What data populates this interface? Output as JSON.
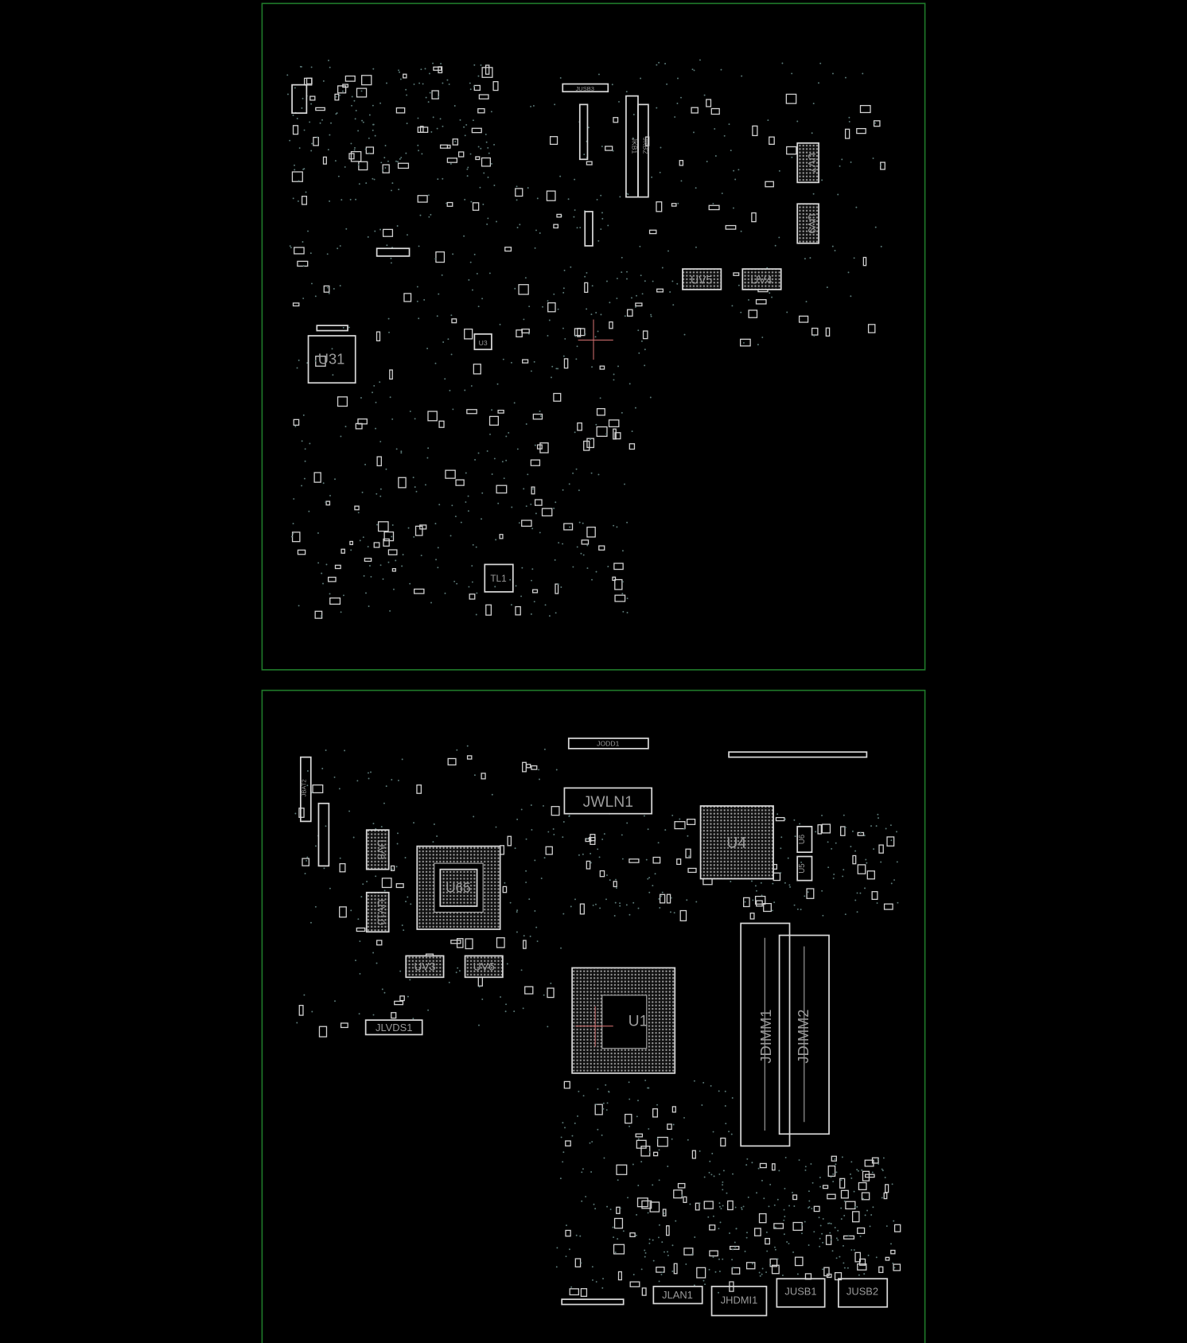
{
  "top_board": {
    "components": [
      {
        "ref": "U31"
      },
      {
        "ref": "UV5"
      },
      {
        "ref": "UV4"
      },
      {
        "ref": "UV7"
      },
      {
        "ref": "UV9"
      },
      {
        "ref": "TL1"
      },
      {
        "ref": "U3"
      },
      {
        "ref": "JKB1"
      },
      {
        "ref": "JKB2"
      },
      {
        "ref": "JUSB3"
      }
    ]
  },
  "bottom_board": {
    "components": [
      {
        "ref": "JWLN1"
      },
      {
        "ref": "U65"
      },
      {
        "ref": "U4"
      },
      {
        "ref": "U1"
      },
      {
        "ref": "JDIMM1"
      },
      {
        "ref": "JDIMM2"
      },
      {
        "ref": "UV3"
      },
      {
        "ref": "UV6"
      },
      {
        "ref": "UV8"
      },
      {
        "ref": "UV10"
      },
      {
        "ref": "U6"
      },
      {
        "ref": "U5"
      },
      {
        "ref": "JLVDS1"
      },
      {
        "ref": "JODD1"
      },
      {
        "ref": "JBAT2"
      },
      {
        "ref": "JLAN1"
      },
      {
        "ref": "JHDMI1"
      },
      {
        "ref": "JUSB1"
      },
      {
        "ref": "JUSB2"
      }
    ]
  },
  "colors": {
    "background": "#000000",
    "board_outline": "#1f7a2a",
    "silkscreen": "#d8d8d8",
    "cursor": "#c86a6a"
  }
}
